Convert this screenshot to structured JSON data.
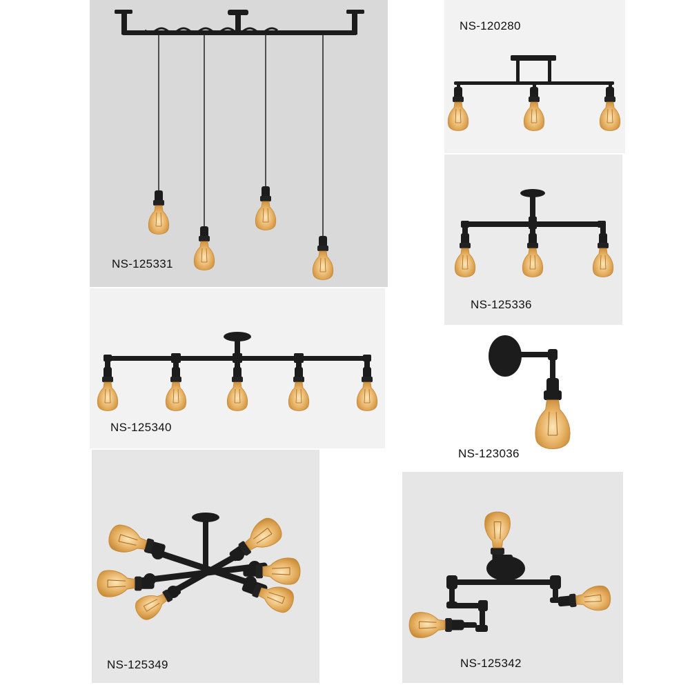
{
  "colors": {
    "panel_bg_a": "#d9d9d9",
    "panel_bg_b": "#ebebeb",
    "panel_bg_c": "#f2f2f2",
    "panel_bg_d": "#e6e6e6",
    "metal": "#1c1c1c",
    "bulb_glass": "#e7b56a",
    "bulb_glow": "#f6d79b",
    "filament": "#b07522"
  },
  "products": [
    {
      "code": "NS-125331",
      "icon": "pendant-bar-4-light"
    },
    {
      "code": "NS-120280",
      "icon": "ceiling-bar-3-light"
    },
    {
      "code": "NS-125336",
      "icon": "pipe-ceiling-3-light"
    },
    {
      "code": "NS-125340",
      "icon": "pipe-ceiling-5-light"
    },
    {
      "code": "NS-123036",
      "icon": "pipe-wall-sconce"
    },
    {
      "code": "NS-125349",
      "icon": "pipe-spider-6-light"
    },
    {
      "code": "NS-125342",
      "icon": "pipe-ceiling-3-light-offset"
    }
  ]
}
